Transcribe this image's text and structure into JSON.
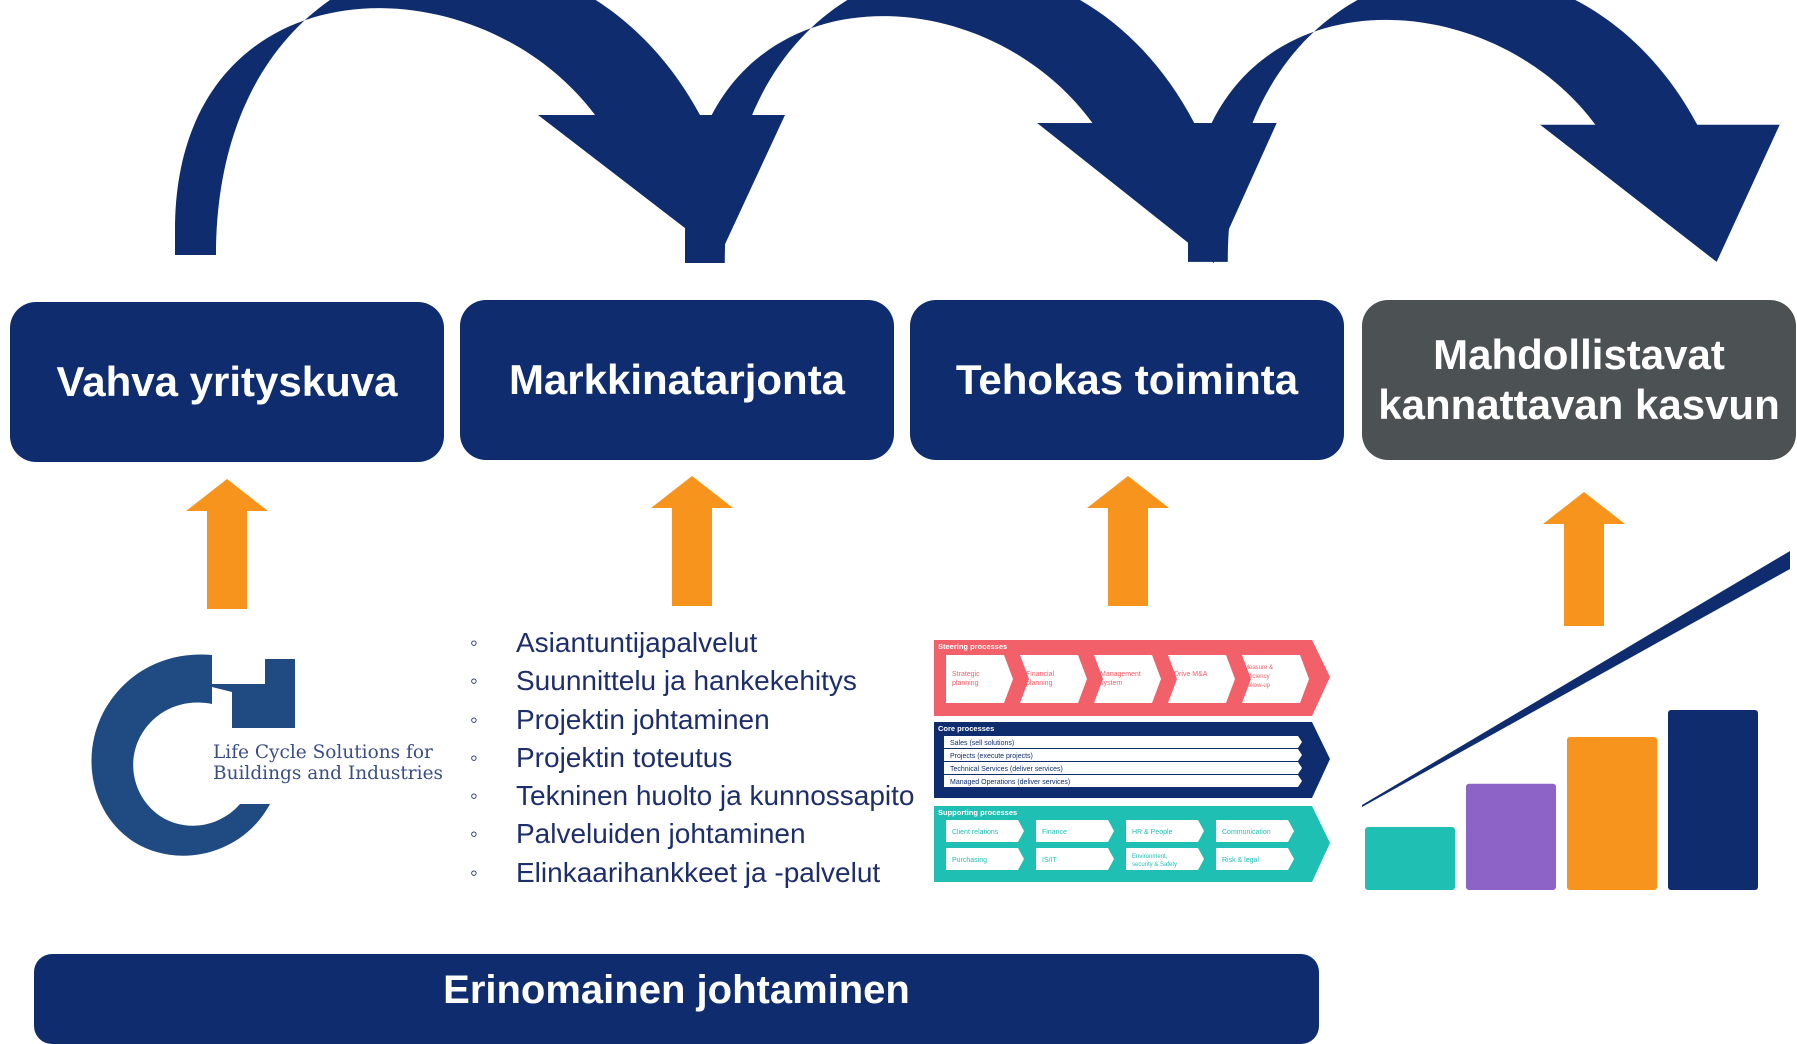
{
  "pillars": [
    {
      "label": "Vahva yrityskuva"
    },
    {
      "label": "Markkinatarjonta"
    },
    {
      "label": "Tehokas toiminta"
    },
    {
      "label_line1": "Mahdollistavat",
      "label_line2": "kannattavan kasvun"
    }
  ],
  "logo": {
    "line1": "Life Cycle Solutions for",
    "line2": "Buildings and Industries"
  },
  "offering": [
    "Asiantuntijapalvelut",
    "Suunnittelu ja hankekehitys",
    "Projektin johtaminen",
    "Projektin toteutus",
    "Tekninen huolto ja kunnossapito",
    "Palveluiden johtaminen",
    "Elinkaarihankkeet ja -palvelut"
  ],
  "process_map": {
    "steering": {
      "title": "Steering processes",
      "items": [
        "Strategic planning",
        "Financial planning",
        "Management system",
        "Drive M&A",
        "Measure & Efficiency Follow-up"
      ]
    },
    "core": {
      "title": "Core processes",
      "items": [
        "Sales (sell solutions)",
        "Projects (execute projects)",
        "Technical Services (deliver services)",
        "Managed Operations (deliver services)"
      ]
    },
    "supporting": {
      "title": "Supporting processes",
      "row1": [
        "Client relations",
        "Finance",
        "HR & People",
        "Communication"
      ],
      "row2": [
        "Purchasing",
        "IS/IT",
        "Environment, security & Safety",
        "Risk & legal"
      ]
    }
  },
  "growth_chart": {
    "bars": [
      {
        "level": 0.35,
        "color": "#1fbfb3"
      },
      {
        "level": 0.59,
        "color": "#8e63c8"
      },
      {
        "level": 0.85,
        "color": "#f7941d"
      },
      {
        "level": 1.0,
        "color": "#0f2d6e"
      }
    ]
  },
  "footer": {
    "label": "Erinomainen johtaminen"
  },
  "colors": {
    "navy": "#0f2d6e",
    "gray": "#4c5154",
    "orange": "#f7941d",
    "steering": "#f2606a",
    "teal": "#1fbfb3"
  }
}
